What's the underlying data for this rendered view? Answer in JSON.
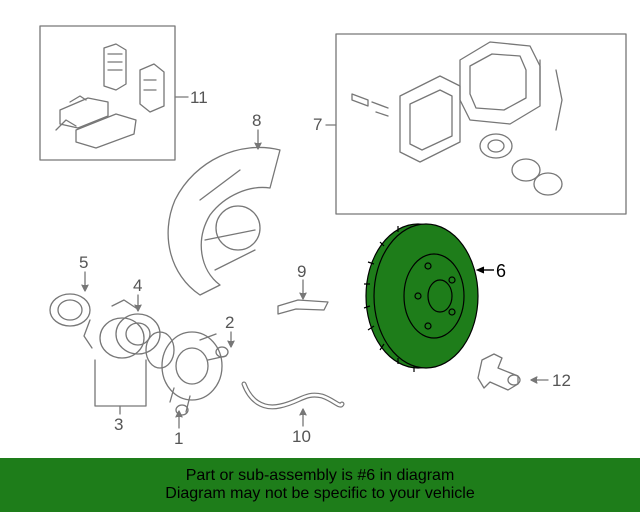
{
  "callouts": {
    "c1": "1",
    "c2": "2",
    "c3": "3",
    "c4": "4",
    "c5": "5",
    "c6": "6",
    "c7": "7",
    "c8": "8",
    "c9": "9",
    "c10": "10",
    "c11": "11",
    "c12": "12"
  },
  "banner": {
    "line1": "Part or sub-assembly is #6 in diagram",
    "line2": "Diagram may not be specific to your vehicle"
  },
  "colors": {
    "highlight": "#1e7d1a",
    "line": "#777777"
  }
}
